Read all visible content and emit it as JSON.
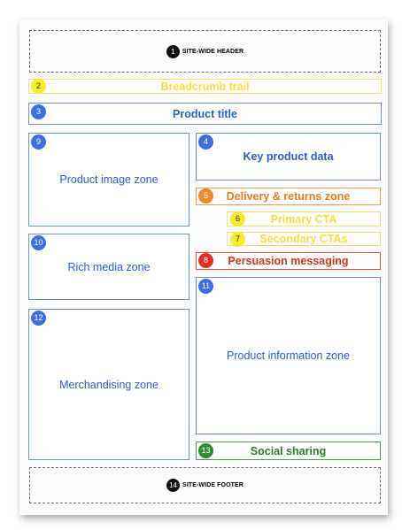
{
  "zones": {
    "header": {
      "number": "1",
      "label": "SITE-WIDE HEADER"
    },
    "breadcrumb": {
      "number": "2",
      "label": "Breadcrumb trail"
    },
    "product_title": {
      "number": "3",
      "label": "Product title"
    },
    "key_product_data": {
      "number": "4",
      "label": "Key product data"
    },
    "delivery_returns": {
      "number": "5",
      "label": "Delivery & returns zone"
    },
    "primary_cta": {
      "number": "6",
      "label": "Primary CTA"
    },
    "secondary_ctas": {
      "number": "7",
      "label": "Secondary CTAs"
    },
    "persuasion": {
      "number": "8",
      "label": "Persuasion messaging"
    },
    "product_image": {
      "number": "9",
      "label": "Product image zone"
    },
    "rich_media": {
      "number": "10",
      "label": "Rich media zone"
    },
    "product_info": {
      "number": "11",
      "label": "Product information zone"
    },
    "merchandising": {
      "number": "12",
      "label": "Merchandising zone"
    },
    "social_sharing": {
      "number": "13",
      "label": "Social sharing"
    },
    "footer": {
      "number": "14",
      "label": "SITE-WIDE FOOTER"
    }
  },
  "colors": {
    "blue": "#2d5bd3",
    "yellow": "#f4df42",
    "orange": "#e67d20",
    "red": "#d9311a",
    "green": "#2c7a2b",
    "black": "#111111"
  }
}
